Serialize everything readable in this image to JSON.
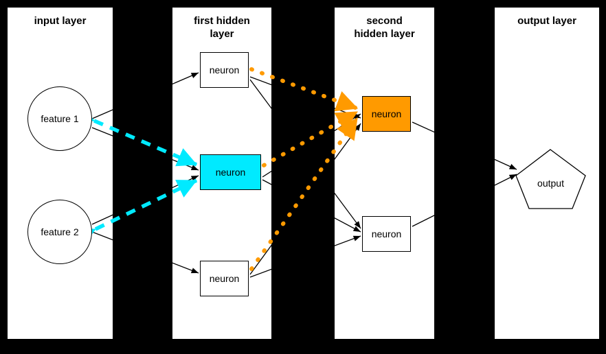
{
  "diagram": {
    "title_input": "input layer",
    "title_hidden1": "first hidden\nlayer",
    "title_hidden2": "second\nhidden layer",
    "title_output": "output layer",
    "colors": {
      "highlight_cyan": "#00eaff",
      "highlight_orange": "#ff9a00",
      "panel_bg": "#ffffff",
      "canvas_bg": "#000000",
      "stroke": "#000000"
    },
    "layers": [
      {
        "name": "input layer",
        "nodes": [
          {
            "label": "feature 1",
            "shape": "circle",
            "fill": "#ffffff"
          },
          {
            "label": "feature 2",
            "shape": "circle",
            "fill": "#ffffff"
          }
        ]
      },
      {
        "name": "first hidden layer",
        "nodes": [
          {
            "label": "neuron",
            "shape": "rect",
            "fill": "#ffffff"
          },
          {
            "label": "neuron",
            "shape": "rect",
            "fill": "#00eaff"
          },
          {
            "label": "neuron",
            "shape": "rect",
            "fill": "#ffffff"
          }
        ]
      },
      {
        "name": "second hidden layer",
        "nodes": [
          {
            "label": "neuron",
            "shape": "rect",
            "fill": "#ff9a00"
          },
          {
            "label": "neuron",
            "shape": "rect",
            "fill": "#ffffff"
          }
        ]
      },
      {
        "name": "output layer",
        "nodes": [
          {
            "label": "output",
            "shape": "pentagon",
            "fill": "#ffffff"
          }
        ]
      }
    ],
    "edge_styles": {
      "normal": {
        "color": "#000000",
        "style": "solid"
      },
      "highlighted_input": {
        "color": "#00eaff",
        "style": "dashed"
      },
      "highlighted_hidden": {
        "color": "#ff9a00",
        "style": "dotted"
      }
    }
  }
}
